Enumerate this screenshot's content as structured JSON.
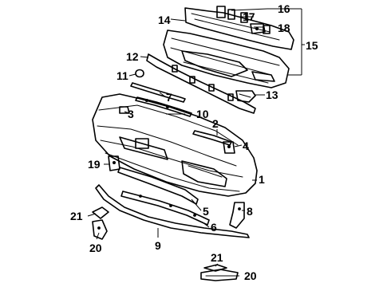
{
  "diagram": {
    "callouts": {
      "c1": "1",
      "c2": "2",
      "c3": "3",
      "c4": "4",
      "c5": "5",
      "c6": "6",
      "c7": "7",
      "c8": "8",
      "c9": "9",
      "c10": "10",
      "c11": "11",
      "c12": "12",
      "c13": "13",
      "c14": "14",
      "c15": "15",
      "c16": "16",
      "c17": "17",
      "c18": "18",
      "c19": "19",
      "c20a": "20",
      "c21a": "21",
      "c20b": "20",
      "c21b": "21"
    }
  }
}
